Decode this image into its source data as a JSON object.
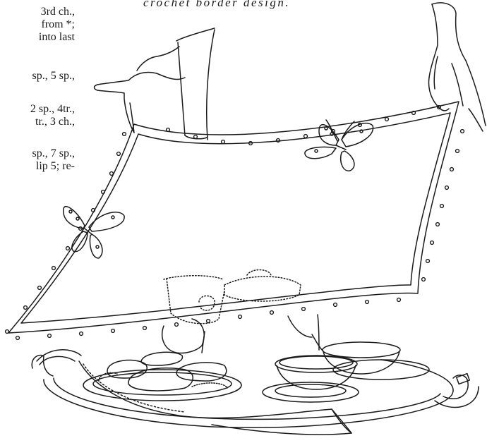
{
  "caption": "crochet border design.",
  "text_lines": {
    "group1": [
      "3rd ch.,",
      "from *;",
      "into last"
    ],
    "group2": [
      "sp., 5 sp.,"
    ],
    "group3": [
      "2 sp., 4tr.,",
      "tr., 3 ch.,"
    ],
    "group4": [
      "sp., 7 sp.,",
      "lip 5; re-"
    ]
  },
  "colors": {
    "ink": "#1a1a1a",
    "paper": "#ffffff"
  }
}
